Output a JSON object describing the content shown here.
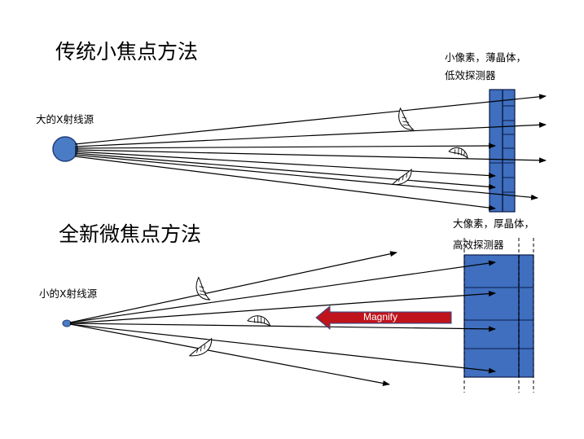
{
  "top": {
    "title": "传统小焦点方法",
    "source_label": "大的X射线源",
    "detector_line1": "小像素，薄晶体，",
    "detector_line2": "低效探测器"
  },
  "bottom": {
    "title": "全新微焦点方法",
    "source_label": "小的X射线源",
    "detector_line1": "大像素，厚晶体，",
    "detector_line2": "高效探测器",
    "magnify_label": "Magnify"
  },
  "colors": {
    "detector_fill": "#3f6fbe",
    "detector_stroke": "#0d1b4a",
    "source_fill": "#4a7cc6",
    "magnify_arrow": "#c0141c",
    "ray": "#000000"
  }
}
